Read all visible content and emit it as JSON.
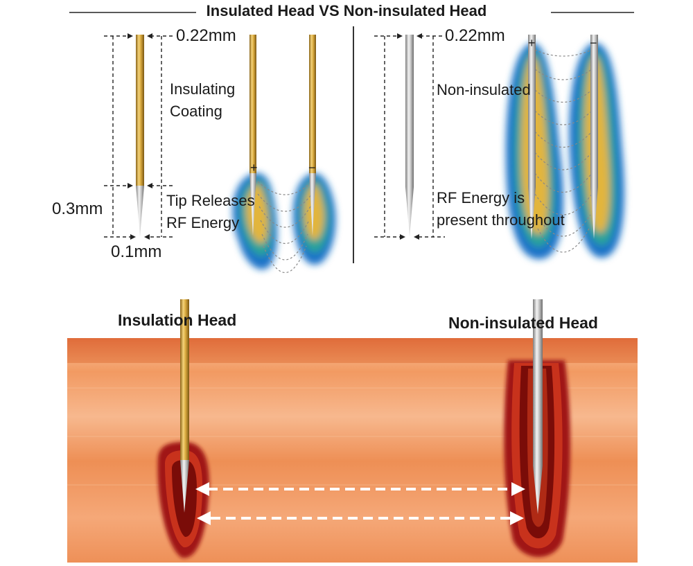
{
  "title": "Insulated Head VS Non-insulated Head",
  "left_panel": {
    "shaft_diameter": "0.22mm",
    "coating_label": [
      "Insulating",
      "Coating"
    ],
    "tip_length": "0.3mm",
    "tip_diameter": "0.1mm",
    "release_label": [
      "Tip Releases",
      "RF Energy"
    ],
    "electrode_signs": [
      "+",
      "−"
    ]
  },
  "right_panel": {
    "shaft_diameter": "0.22mm",
    "material_label": "Non-insulated",
    "energy_label": [
      "RF Energy is",
      "present throughout"
    ],
    "electrode_signs": [
      "+",
      "−"
    ]
  },
  "tissue_panel": {
    "left_label": "Insulation Head",
    "right_label": "Non-insulated Head"
  },
  "colors": {
    "gold": "#d8a93e",
    "silver": "#c4c4c4",
    "skin_top": "#e7804a",
    "skin_body": "#f29a62",
    "burn": "#b21a12"
  }
}
